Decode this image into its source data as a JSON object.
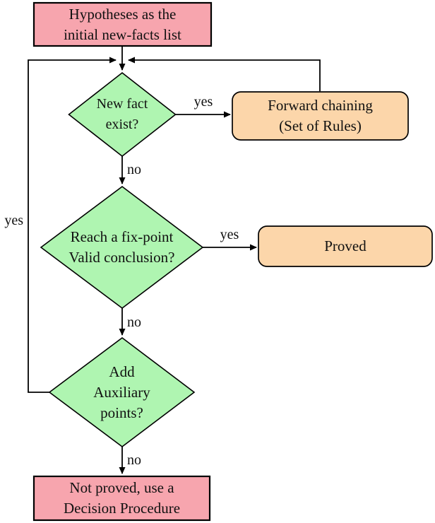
{
  "flowchart": {
    "nodes": {
      "hypotheses": {
        "label": "Hypotheses as the\ninitial new-facts list",
        "shape": "rectangle"
      },
      "new_fact": {
        "label": "New fact\nexist?",
        "shape": "diamond"
      },
      "forward_chaining": {
        "label": "Forward chaining\n(Set of Rules)",
        "shape": "rounded-rectangle"
      },
      "fix_point": {
        "label": "Reach a fix-point\nValid conclusion?",
        "shape": "diamond"
      },
      "proved": {
        "label": "Proved",
        "shape": "rounded-rectangle"
      },
      "aux_points": {
        "label": "Add\nAuxiliary\npoints?",
        "shape": "diamond"
      },
      "not_proved": {
        "label": "Not proved, use a\nDecision Procedure",
        "shape": "rectangle"
      }
    },
    "edge_labels": {
      "new_fact_yes": "yes",
      "new_fact_no": "no",
      "fix_point_yes": "yes",
      "fix_point_no": "no",
      "aux_points_yes": "yes",
      "aux_points_no": "no"
    },
    "colors": {
      "terminal_fill": "#F7A5AE",
      "decision_fill": "#AFF5B1",
      "action_fill": "#FCD6AA",
      "stroke": "#000000",
      "background": "#FFFFFF"
    }
  }
}
